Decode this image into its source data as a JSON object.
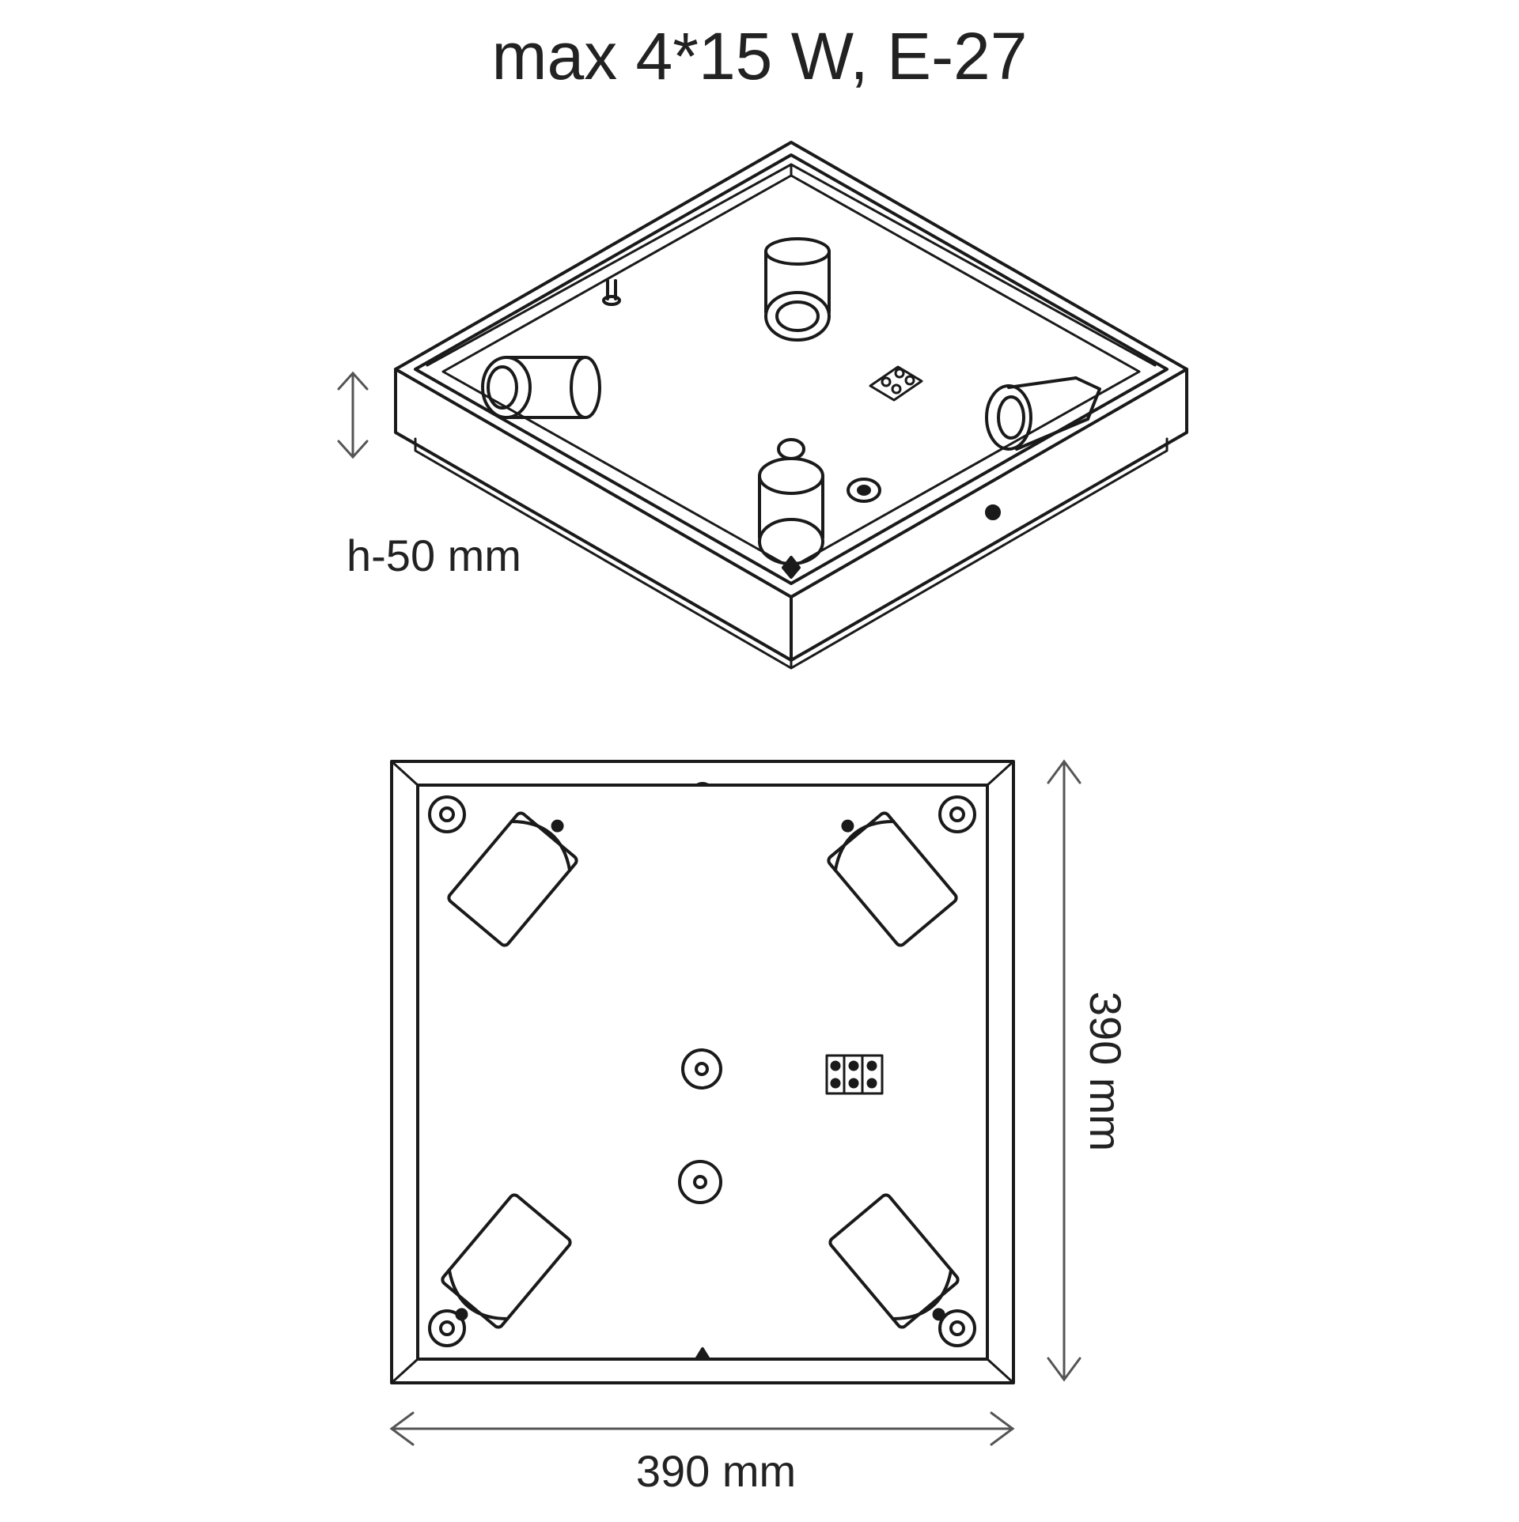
{
  "spec_label": "max 4*15 W, E-27",
  "height_label": "h-50 mm",
  "width_label": "390 mm",
  "depth_label": "390 mm",
  "colors": {
    "line": "#1a1a1a",
    "dimension": "#555555",
    "text": "#222222",
    "background": "#ffffff"
  }
}
